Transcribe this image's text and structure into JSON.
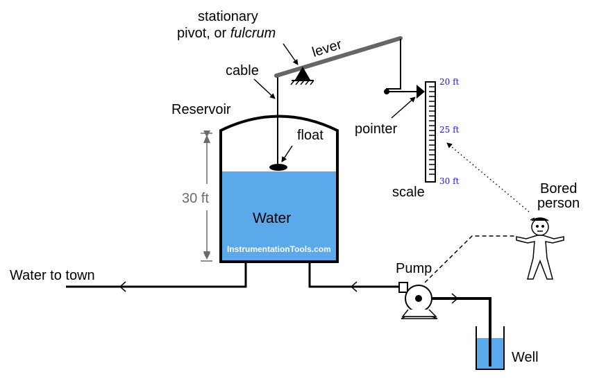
{
  "labels": {
    "fulcrum_line1": "stationary",
    "fulcrum_line2_prefix": "pivot, or ",
    "fulcrum_line2_italic": "fulcrum",
    "lever": "lever",
    "cable": "cable",
    "reservoir": "Reservoir",
    "float": "float",
    "pointer": "pointer",
    "scale": "scale",
    "height": "30 ft",
    "water": "Water",
    "watermark": "InstrumentationTools.com",
    "bored_line1": "Bored",
    "bored_line2": "person",
    "pump": "Pump",
    "water_to_town": "Water to town",
    "well": "Well"
  },
  "scale_ticks": [
    "20 ft",
    "25 ft",
    "30 ft"
  ],
  "colors": {
    "water": "#5aa9ea",
    "lever": "#666666",
    "dimension": "#6b6b6b",
    "tick_text": "#1a1ad6"
  }
}
